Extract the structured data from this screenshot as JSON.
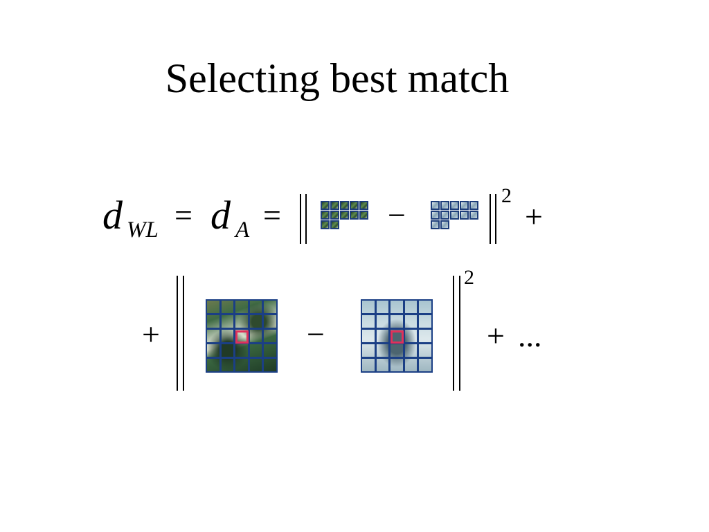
{
  "slide": {
    "title": "Selecting best match"
  },
  "equation": {
    "line1": {
      "d": "d",
      "sub_wl": "WL",
      "eq1": "=",
      "d2": "d",
      "sub_a": "A",
      "eq2": "=",
      "minus": "−",
      "power": "2",
      "plus": "+"
    },
    "line2": {
      "plus_lead": "+",
      "minus": "−",
      "power": "2",
      "plus_tail": "+",
      "ellipsis": "..."
    }
  },
  "icons": {
    "source_patch_small": "neighborhood-grid-icon",
    "target_patch_small": "neighborhood-grid-icon",
    "source_patch_large": "patch-grid-icon",
    "target_patch_large": "patch-grid-icon"
  },
  "colors": {
    "grid": "#1b3f85",
    "highlight": "#e0315a"
  }
}
